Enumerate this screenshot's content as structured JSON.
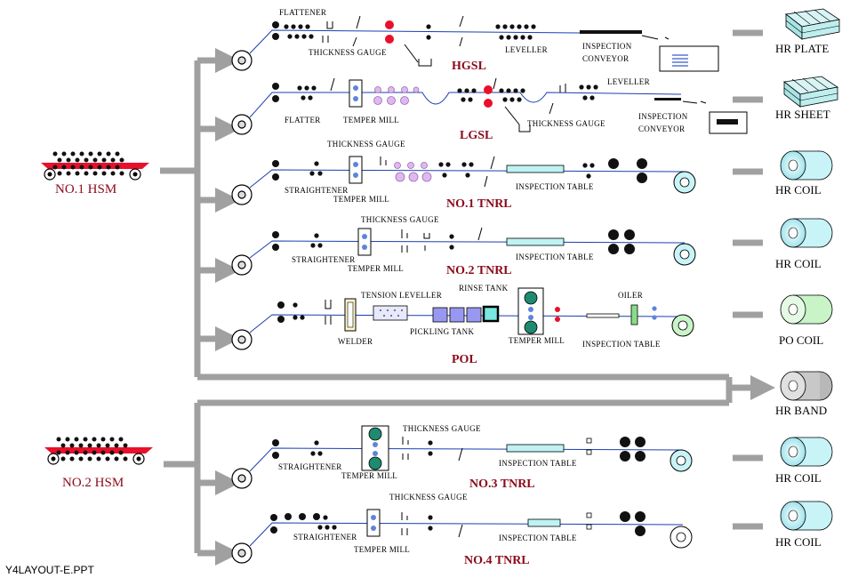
{
  "footer": "Y4LAYOUT-E.PPT",
  "mills": [
    {
      "id": "hsm1",
      "label": "NO.1 HSM"
    },
    {
      "id": "hsm2",
      "label": "NO.2 HSM"
    }
  ],
  "lines": [
    {
      "id": "hgsl",
      "name": "HGSL",
      "labels": [
        "FLATTENER",
        "THICKNESS GAUGE",
        "LEVELLER",
        "INSPECTION",
        "CONVEYOR"
      ]
    },
    {
      "id": "lgsl",
      "name": "LGSL",
      "labels": [
        "FLATTER",
        "TEMPER MILL",
        "THICKNESS GAUGE",
        "LEVELLER",
        "INSPECTION",
        "CONVEYOR"
      ]
    },
    {
      "id": "tnrl1",
      "name": "NO.1 TNRL",
      "labels": [
        "THICKNESS GAUGE",
        "STRAIGHTENER",
        "TEMPER MILL",
        "INSPECTION TABLE"
      ]
    },
    {
      "id": "tnrl2",
      "name": "NO.2 TNRL",
      "labels": [
        "THICKNESS GAUGE",
        "STRAIGHTENER",
        "TEMPER MILL",
        "INSPECTION TABLE"
      ]
    },
    {
      "id": "pol",
      "name": "POL",
      "labels": [
        "TENSION LEVELLER",
        "RINSE TANK",
        "OILER",
        "WELDER",
        "PICKLING TANK",
        "TEMPER MILL",
        "INSPECTION TABLE"
      ]
    },
    {
      "id": "tnrl3",
      "name": "NO.3 TNRL",
      "labels": [
        "THICKNESS GAUGE",
        "STRAIGHTENER",
        "TEMPER MILL",
        "INSPECTION TABLE"
      ]
    },
    {
      "id": "tnrl4",
      "name": "NO.4 TNRL",
      "labels": [
        "THICKNESS GAUGE",
        "STRAIGHTENER",
        "TEMPER MILL",
        "INSPECTION TABLE"
      ]
    }
  ],
  "products": [
    {
      "id": "hr-plate",
      "label": "HR PLATE",
      "icon": "plate-stack-icon"
    },
    {
      "id": "hr-sheet",
      "label": "HR SHEET",
      "icon": "sheet-stack-icon"
    },
    {
      "id": "hr-coil-1",
      "label": "HR COIL",
      "icon": "coil-icon"
    },
    {
      "id": "hr-coil-2",
      "label": "HR COIL",
      "icon": "coil-icon"
    },
    {
      "id": "po-coil",
      "label": "PO COIL",
      "icon": "coil-icon"
    },
    {
      "id": "hr-band",
      "label": "HR BAND",
      "icon": "coil-icon"
    },
    {
      "id": "hr-coil-3",
      "label": "HR COIL",
      "icon": "coil-icon"
    },
    {
      "id": "hr-coil-4",
      "label": "HR COIL",
      "icon": "coil-icon"
    }
  ],
  "colors": {
    "flow_arrow": "#a0a0a0",
    "line_name": "#8b0a1a",
    "strip": "#1a3fb0",
    "inspection": "#bff2f2",
    "red_roll": "#e8102a",
    "pink_roll": "#d8a8e8",
    "coil_cyan": "#c8f4f8",
    "coil_green": "#c8f4c8",
    "coil_gray": "#c8c8c8",
    "plate_teal": "#a8e4e4",
    "pickling": "#9898f0",
    "rinse": "#78e8e0",
    "tension_leveller": "#e8e8ff",
    "welder": "#fff8c8",
    "oiler": "#88dd88",
    "temper_teal": "#1e8a70"
  }
}
